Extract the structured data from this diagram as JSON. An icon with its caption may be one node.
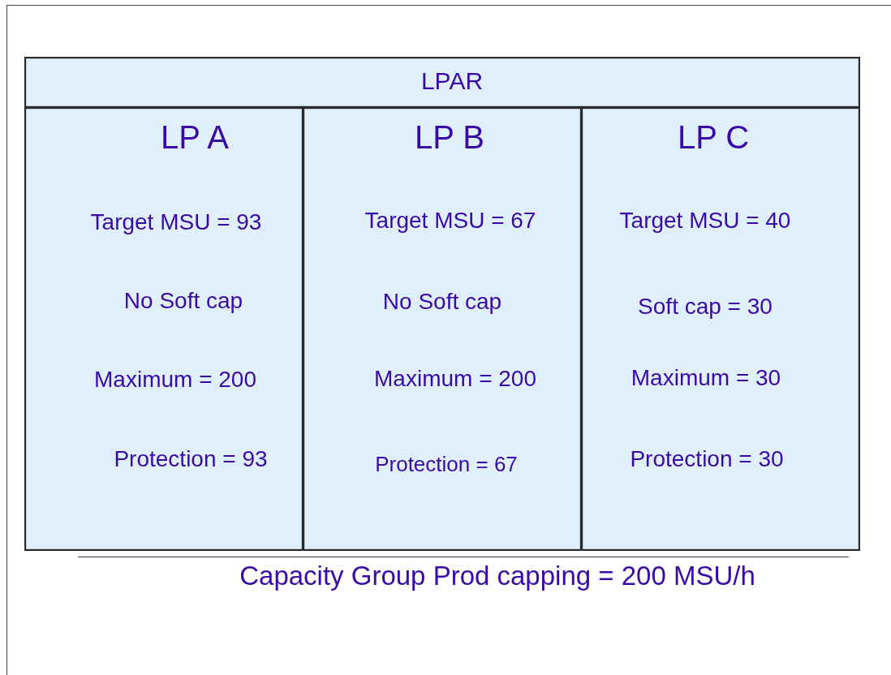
{
  "diagram": {
    "nodes": [
      {
        "text": [
          "LPAR"
        ]
      },
      {
        "text": [
          "LP A",
          "Target MSU = 93",
          "No Soft cap",
          "Maximum = 200",
          "Protection = 93"
        ]
      },
      {
        "text": [
          "LP B",
          "Target MSU = 67",
          "No Soft cap",
          "Maximum = 200",
          "Protection = 67"
        ]
      },
      {
        "text": [
          "LP C",
          "Target MSU = 40",
          "Soft cap = 30",
          "Maximum = 30",
          "Protection = 30"
        ]
      }
    ],
    "labels": [
      "Capacity Group Prod capping = 200 MSU/h"
    ]
  }
}
